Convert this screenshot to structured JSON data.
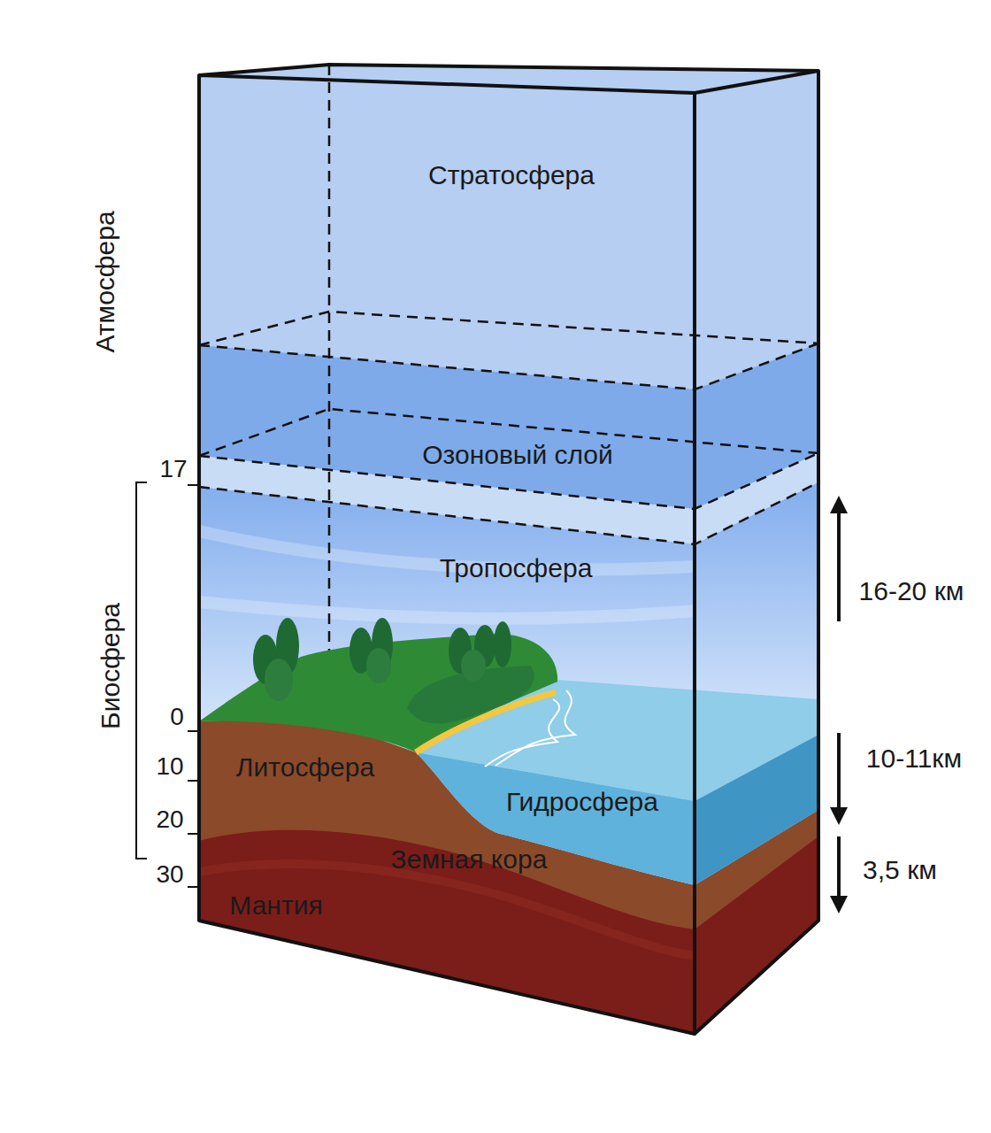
{
  "diagram": {
    "labels": [
      "Атмосфера",
      "Стратосфера",
      "Озоновый слой",
      "17",
      "Тропосфера",
      "16-20 км",
      "Биосфера",
      "0",
      "10",
      "20",
      "30",
      "Литосфера",
      "Гидросфера",
      "10-11км",
      "Земная кора",
      "3,5 км",
      "Мантия"
    ]
  }
}
